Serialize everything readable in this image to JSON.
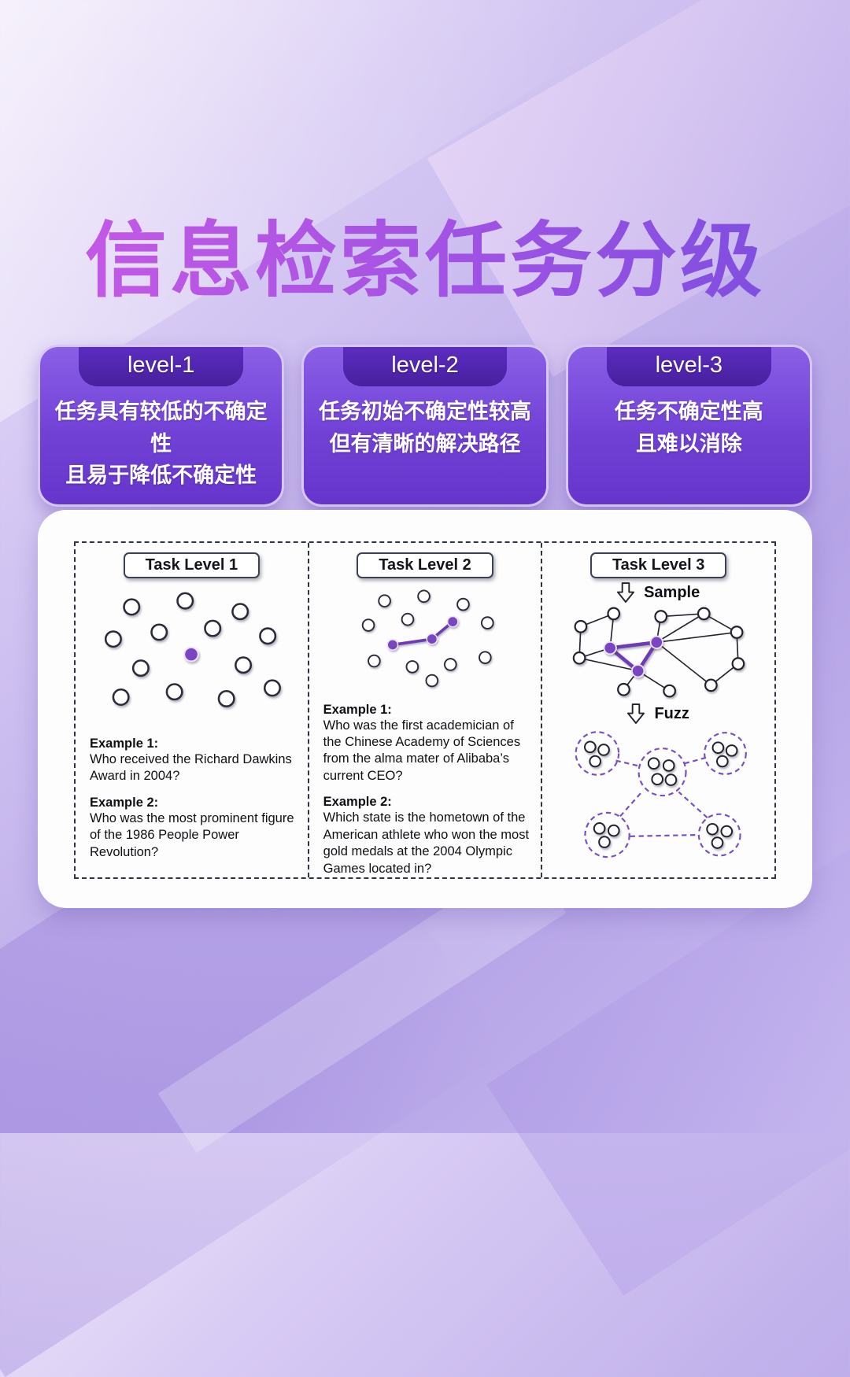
{
  "page": {
    "title": "信息检索任务分级"
  },
  "levels": [
    {
      "badge": "level-1",
      "line1": "任务具有较低的不确定性",
      "line2": "且易于降低不确定性"
    },
    {
      "badge": "level-2",
      "line1": "任务初始不确定性较高",
      "line2": "但有清晰的解决路径"
    },
    {
      "badge": "level-3",
      "line1": "任务不确定性高",
      "line2": "且难以消除"
    }
  ],
  "columns": [
    {
      "header": "Task Level 1",
      "examples": [
        {
          "label": "Example 1:",
          "text": "Who received the Richard Dawkins Award in 2004?"
        },
        {
          "label": "Example 2:",
          "text": "Who was the most prominent figure of the 1986 People Power Revolution?"
        }
      ]
    },
    {
      "header": "Task Level 2",
      "examples": [
        {
          "label": "Example 1:",
          "text": "Who was the first academician of the Chinese Academy of Sciences from the alma mater of Alibaba’s current CEO?"
        },
        {
          "label": "Example 2:",
          "text": "Which state is the hometown of the American athlete who won the most gold medals at the 2004 Olympic Games located in?"
        }
      ]
    },
    {
      "header": "Task Level 3",
      "step1_label": "Sample",
      "step2_label": "Fuzz"
    }
  ],
  "colors": {
    "accent_purple": "#7a44c0",
    "edge_purple": "#6d3bb5",
    "badge_dark_purple": "#47209e",
    "card_purple_top": "#8a5fe6",
    "card_purple_bottom": "#6636cc",
    "title_gradient_start": "#c75ae6",
    "title_gradient_end": "#7a4ee0",
    "cluster_dash_purple": "#7a4fc0"
  }
}
